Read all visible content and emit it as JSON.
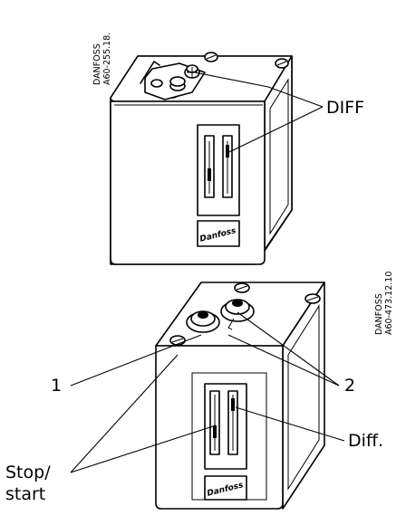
{
  "top_unit": {
    "doc_code_line1": "DANFOSS",
    "doc_code_line2": "A60-255.18.",
    "label_diff": "DIFF",
    "logo_text": "Danfoss"
  },
  "bottom_unit": {
    "doc_code_line1": "DANFOSS",
    "doc_code_line2": "A60-473.12.10",
    "label_1": "1",
    "label_2": "2",
    "label_diff": "Diff.",
    "label_stop_start_line1": "Stop/",
    "label_stop_start_line2": "start",
    "logo_text": "Danfoss"
  }
}
